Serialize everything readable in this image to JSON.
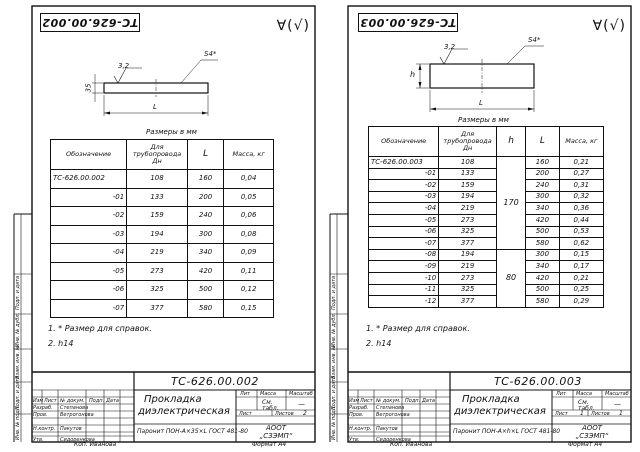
{
  "common": {
    "roughness": "∀(√)",
    "surface_mark": "3,2",
    "s4_mark": "S4*",
    "length_dim": "L",
    "sizes_caption": "Размеры в мм",
    "notes": [
      "1. * Размер для справок.",
      "2. h14"
    ],
    "tb_labels": {
      "izm": "Изм",
      "list": "Лист",
      "doc": "№ докум.",
      "podp": "Подп.",
      "data": "Дата",
      "razrab": "Разраб.",
      "prov": "Пров.",
      "nkontr": "Н.контр.",
      "utv": "Утв.",
      "lit": "Лит",
      "massa": "Масса",
      "masshtab": "Масштаб",
      "list2": "Лист",
      "listov": "Листов",
      "dash": "—"
    },
    "tb_people": {
      "razrab": "Степанова",
      "prov": "Ветрогонова",
      "nkontr": "Пакутов",
      "utv": "Сидоренкова"
    },
    "title": [
      "Прокладка",
      "диэлектрическая"
    ],
    "org": [
      "АООТ",
      "„СЗЭМП“"
    ],
    "copied": "Коп. Иванова",
    "format": "Формат А4",
    "side_labels": [
      "Инв. № подл.",
      "Подп. и дата",
      "Взам. инв. №",
      "Инв. № дубл.",
      "Подп. и дата"
    ]
  },
  "left": {
    "code_rot": "ТС-626.00.002",
    "code": "ТС-626.00.002",
    "thickness_dim": "35",
    "headers": {
      "designation": "Обозначение",
      "pipe": "Для трубопровода Дн",
      "L": "L",
      "mass": "Масса, кг"
    },
    "rows": [
      {
        "d": "ТС-626.00.002",
        "dn": "108",
        "L": "160",
        "m": "0,04"
      },
      {
        "d": "-01",
        "dn": "133",
        "L": "200",
        "m": "0,05"
      },
      {
        "d": "-02",
        "dn": "159",
        "L": "240",
        "m": "0,06"
      },
      {
        "d": "-03",
        "dn": "194",
        "L": "300",
        "m": "0,08"
      },
      {
        "d": "-04",
        "dn": "219",
        "L": "340",
        "m": "0,09"
      },
      {
        "d": "-05",
        "dn": "273",
        "L": "420",
        "m": "0,11"
      },
      {
        "d": "-06",
        "dn": "325",
        "L": "500",
        "m": "0,12"
      },
      {
        "d": "-07",
        "dn": "377",
        "L": "580",
        "m": "0,15"
      }
    ],
    "material": "Паронит ПОН-А×35×L ГОСТ 481-80",
    "massa_value": "См. табл.",
    "list_num": "",
    "listov_num": "2"
  },
  "right": {
    "code_rot": "ТС-626.00.003",
    "code": "ТС-626.00.003",
    "thickness_dim": "h",
    "headers": {
      "designation": "Обозначение",
      "pipe": "Для трубопровода Дн",
      "h": "h",
      "L": "L",
      "mass": "Масса, кг"
    },
    "h_groups": [
      "170",
      "80"
    ],
    "rows": [
      {
        "d": "ТС-626.00.003",
        "dn": "108",
        "L": "160",
        "m": "0,21"
      },
      {
        "d": "-01",
        "dn": "133",
        "L": "200",
        "m": "0,27"
      },
      {
        "d": "-02",
        "dn": "159",
        "L": "240",
        "m": "0,31"
      },
      {
        "d": "-03",
        "dn": "194",
        "L": "300",
        "m": "0,32"
      },
      {
        "d": "-04",
        "dn": "219",
        "L": "340",
        "m": "0,36"
      },
      {
        "d": "-05",
        "dn": "273",
        "L": "420",
        "m": "0,44"
      },
      {
        "d": "-06",
        "dn": "325",
        "L": "500",
        "m": "0,53"
      },
      {
        "d": "-07",
        "dn": "377",
        "L": "580",
        "m": "0,62"
      },
      {
        "d": "-08",
        "dn": "194",
        "L": "300",
        "m": "0,15"
      },
      {
        "d": "-09",
        "dn": "219",
        "L": "340",
        "m": "0,17"
      },
      {
        "d": "-10",
        "dn": "273",
        "L": "420",
        "m": "0,21"
      },
      {
        "d": "-11",
        "dn": "325",
        "L": "500",
        "m": "0,25"
      },
      {
        "d": "-12",
        "dn": "377",
        "L": "580",
        "m": "0,29"
      }
    ],
    "material": "Паронит ПОН-А×h×L ГОСТ 481-80",
    "massa_value": "См. табл.",
    "list_num": "1",
    "listov_num": "1"
  }
}
